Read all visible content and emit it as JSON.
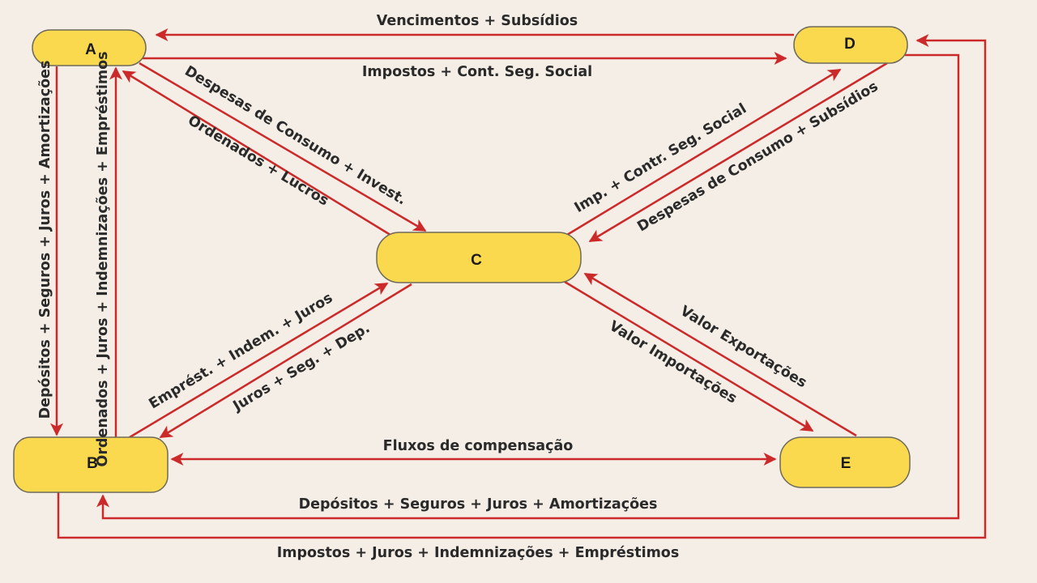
{
  "colors": {
    "background": "#f4eee6",
    "node_fill": "#fbd94e",
    "node_stroke": "#6e6a5a",
    "arrow": "#cc2a2a",
    "text": "#2a2a2a"
  },
  "nodes": {
    "A": "A",
    "B": "B",
    "C": "C",
    "D": "D",
    "E": "E"
  },
  "flows": {
    "d_to_a": "Vencimentos + Subsídios",
    "a_to_d": "Impostos + Cont. Seg. Social",
    "a_to_c": "Despesas de Consumo + Invest.",
    "c_to_a": "Ordenados + Lucros",
    "c_to_d": "Imp. + Contr. Seg. Social",
    "d_to_c": "Despesas de Consumo + Subsídios",
    "a_to_b": "Depósitos + Seguros + Juros + Amortizações",
    "b_to_a": "Ordenados + Juros + Indemnizações + Empréstimos",
    "b_to_c": "Emprést. + Indem. + Juros",
    "c_to_b": "Juros + Seg. + Dep.",
    "e_to_c": "Valor Exportações",
    "c_to_e": "Valor Importações",
    "b_e": "Fluxos de compensação",
    "d_to_b": "Depósitos + Seguros + Juros + Amortizações",
    "b_to_d": "Impostos + Juros + Indemnizações + Empréstimos"
  }
}
